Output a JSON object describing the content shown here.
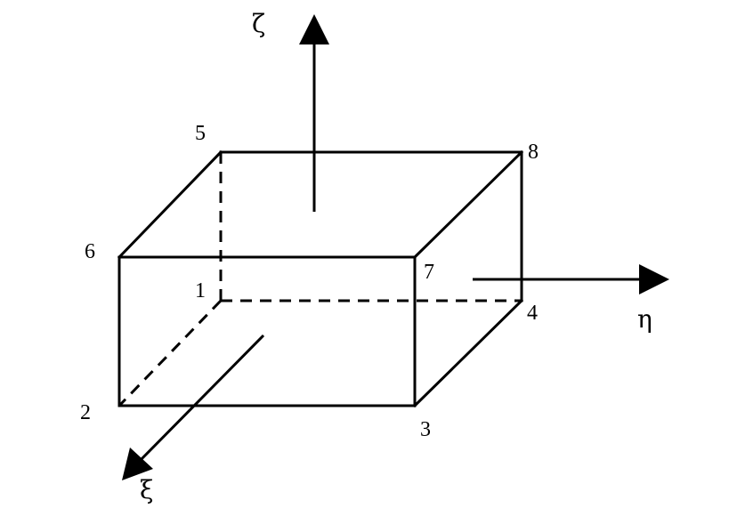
{
  "nodes": {
    "n1": "1",
    "n2": "2",
    "n3": "3",
    "n4": "4",
    "n5": "5",
    "n6": "6",
    "n7": "7",
    "n8": "8"
  },
  "axes": {
    "zeta": "ζ",
    "eta": "η",
    "xi": "ξ"
  }
}
